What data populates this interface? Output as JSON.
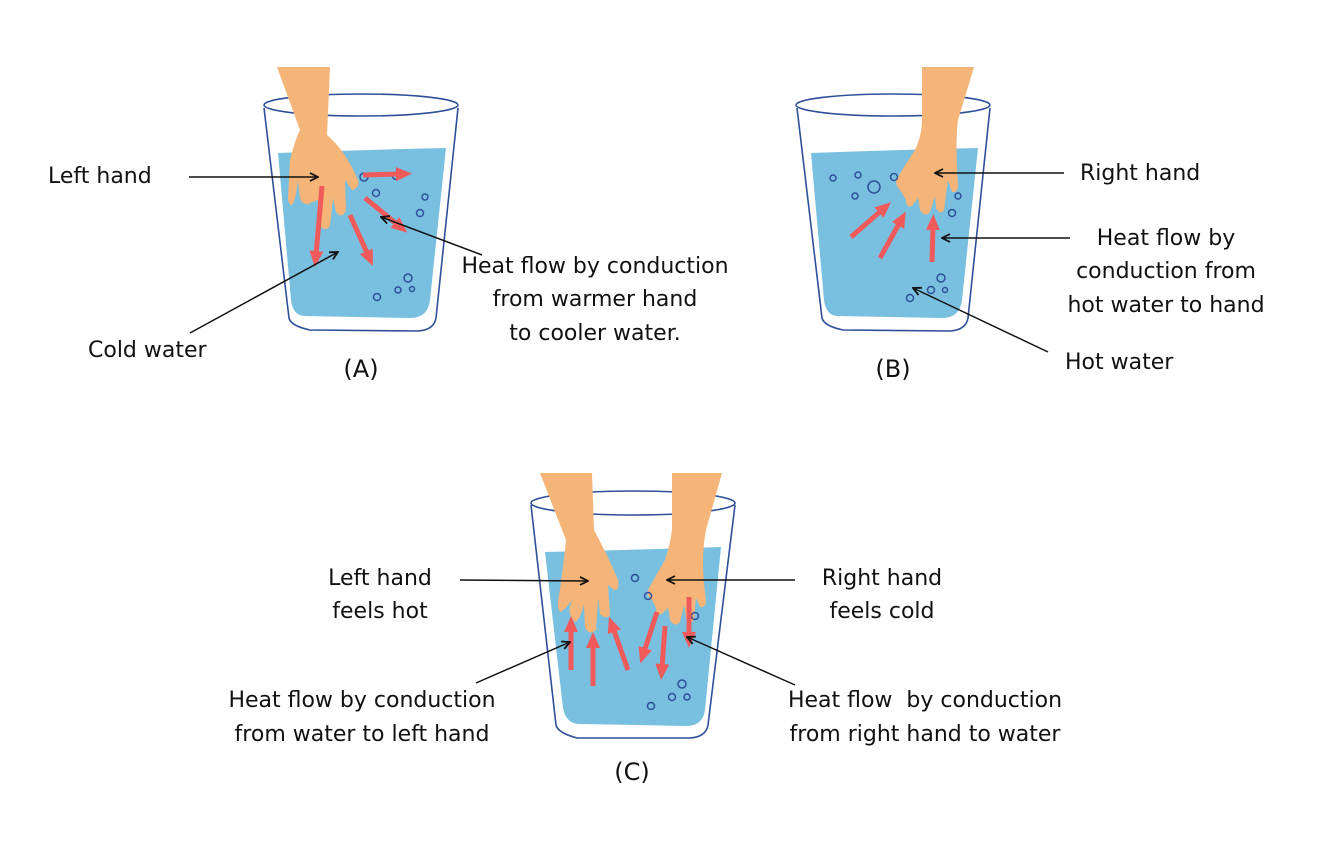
{
  "colors": {
    "water": "#79c0e0",
    "glass_outline": "#2e4f99",
    "skin": "#f5b478",
    "heat_arrow": "#f05a5a",
    "bubble": "#2e4f99",
    "pointer": "#111111"
  },
  "panels": {
    "a": {
      "caption": "(A)",
      "labels": {
        "hand": "Left hand",
        "water": "Cold water",
        "heat_line1": "Heat flow by conduction",
        "heat_line2": "from warmer hand",
        "heat_line3": "to cooler water."
      }
    },
    "b": {
      "caption": "(B)",
      "labels": {
        "hand": "Right hand",
        "heat_line1": "Heat flow by",
        "heat_line2": "conduction from",
        "heat_line3": "hot water to hand",
        "water": "Hot water"
      }
    },
    "c": {
      "caption": "(C)",
      "labels": {
        "left_hand_line1": "Left hand",
        "left_hand_line2": "feels hot",
        "right_hand_line1": "Right hand",
        "right_hand_line2": "feels cold",
        "left_heat_line1": "Heat flow by conduction",
        "left_heat_line2": "from water to left hand",
        "right_heat_line1": "Heat flow  by conduction",
        "right_heat_line2": "from right hand to water"
      }
    }
  }
}
